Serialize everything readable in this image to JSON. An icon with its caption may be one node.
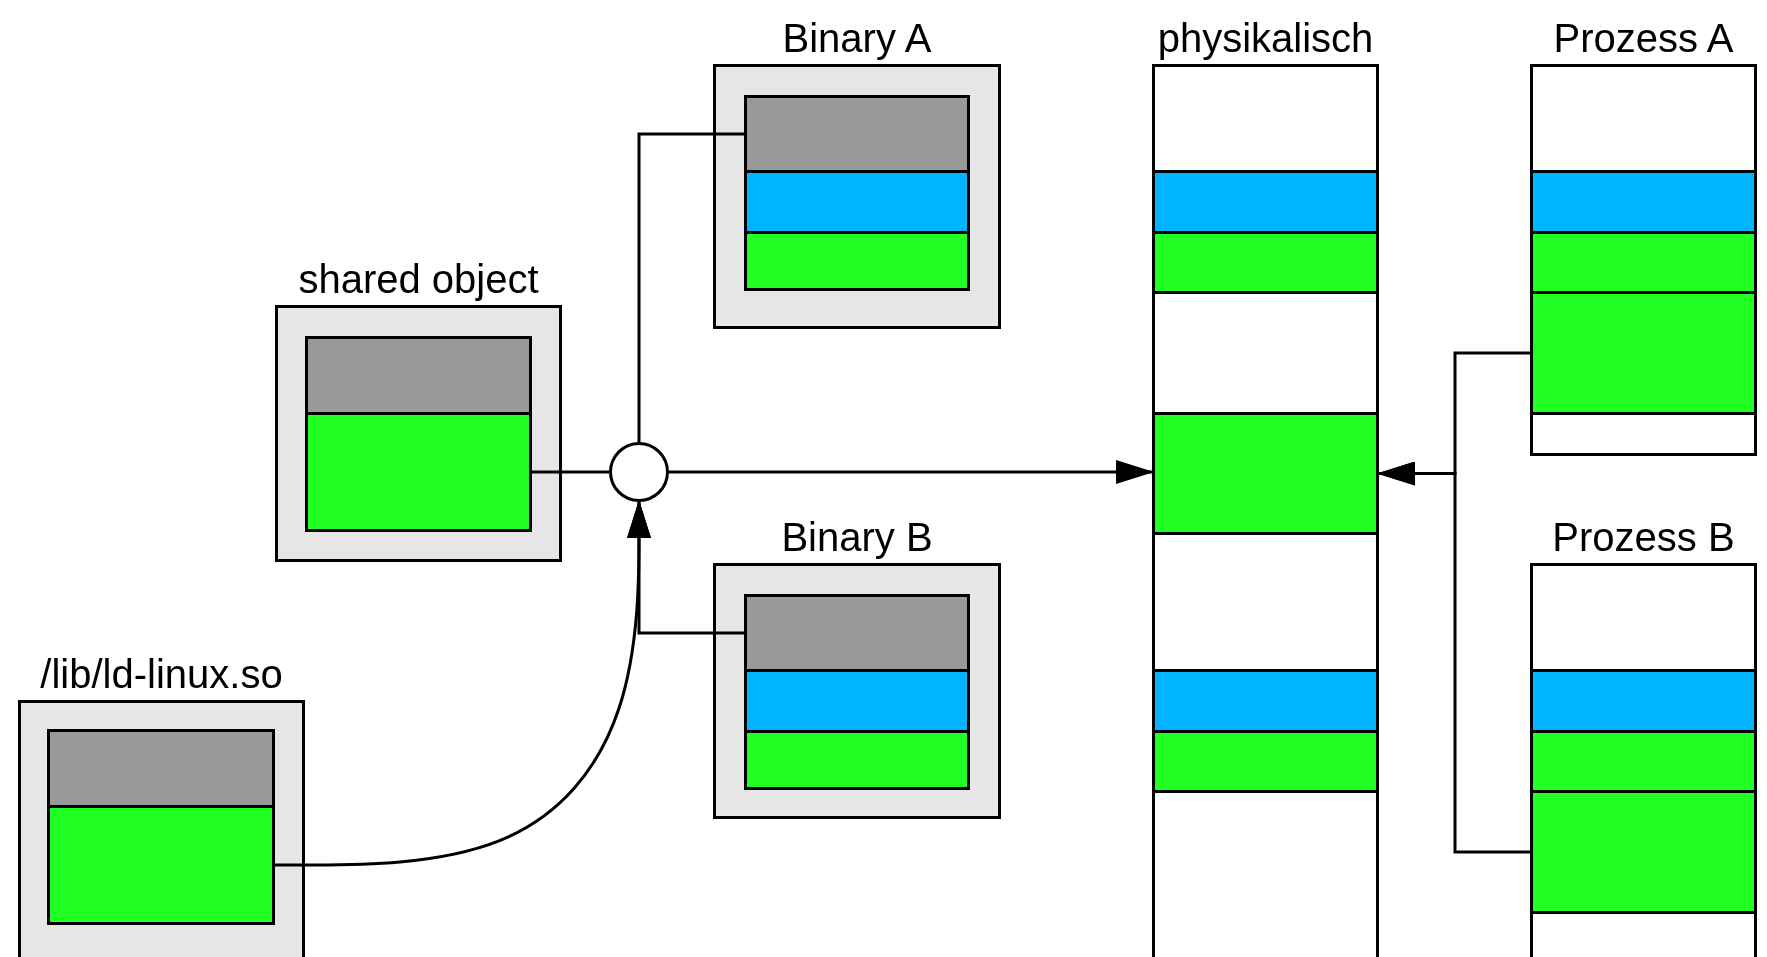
{
  "diagram": {
    "nodes": [
      {
        "text": [
          "shared object"
        ]
      },
      {
        "text": [],
        "shape": "box",
        "in": 0
      },
      {
        "text": [],
        "shape": "box",
        "in": 0
      },
      {
        "text": [
          "Binary A"
        ]
      },
      {
        "text": [],
        "shape": "box",
        "in": 3
      },
      {
        "text": [],
        "shape": "box",
        "in": 3
      },
      {
        "text": [],
        "shape": "box",
        "in": 3
      },
      {
        "text": [
          "Binary B"
        ]
      },
      {
        "text": [],
        "shape": "box",
        "in": 7
      },
      {
        "text": [],
        "shape": "box",
        "in": 7
      },
      {
        "text": [],
        "shape": "box",
        "in": 7
      },
      {
        "text": [
          "/lib/ld-linux.so"
        ]
      },
      {
        "text": [],
        "shape": "box",
        "in": 11
      },
      {
        "text": [],
        "shape": "box",
        "in": 11
      },
      {
        "text": [],
        "shape": "circle"
      },
      {
        "text": [
          "physikalisch"
        ]
      },
      {
        "text": [],
        "shape": "box",
        "in": 15
      },
      {
        "text": [],
        "shape": "box",
        "in": 15
      },
      {
        "text": [],
        "shape": "box",
        "in": 15
      },
      {
        "text": [],
        "shape": "box",
        "in": 15
      },
      {
        "text": [],
        "shape": "box",
        "in": 15
      },
      {
        "text": [
          "Prozess A"
        ]
      },
      {
        "text": [],
        "shape": "box",
        "in": 21
      },
      {
        "text": [],
        "shape": "box",
        "in": 21
      },
      {
        "text": [],
        "shape": "box",
        "in": 21
      },
      {
        "text": [
          "Prozess B"
        ]
      },
      {
        "text": [],
        "shape": "box",
        "in": 25
      },
      {
        "text": [],
        "shape": "box",
        "in": 25
      },
      {
        "text": [],
        "shape": "box",
        "in": 25
      }
    ],
    "edges": [
      {
        "from": 2,
        "to": 14,
        "arrow": "none"
      },
      {
        "from": 4,
        "to": 14,
        "arrow": "none"
      },
      {
        "from": 8,
        "to": 14,
        "arrow": "to"
      },
      {
        "from": 13,
        "to": 14,
        "arrow": "to"
      },
      {
        "from": 14,
        "to": 18,
        "arrow": "to"
      },
      {
        "from": 24,
        "to": 18,
        "arrow": "to"
      },
      {
        "from": 28,
        "to": 18,
        "arrow": "to"
      }
    ]
  }
}
